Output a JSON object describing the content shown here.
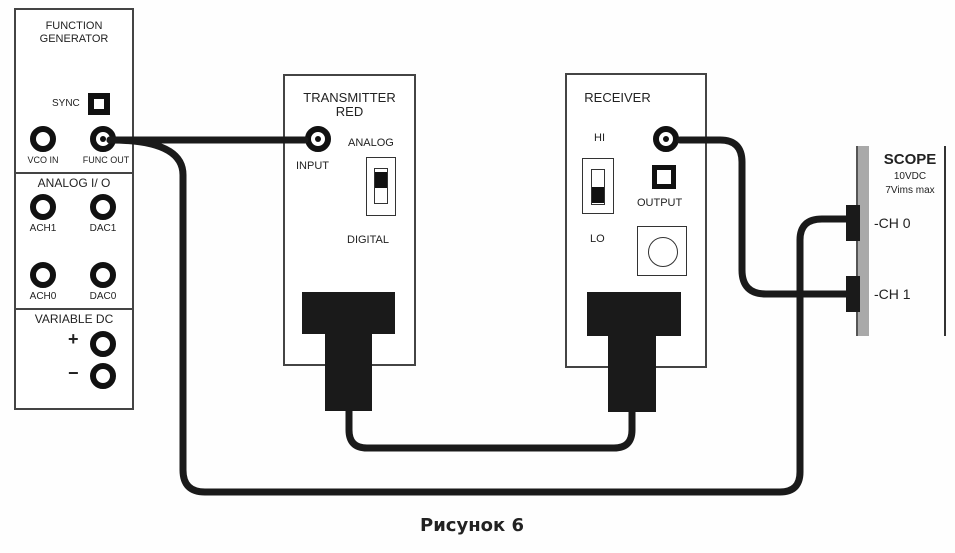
{
  "function_generator": {
    "title_line1": "FUNCTION",
    "title_line2": "GENERATOR",
    "sync_label": "SYNC",
    "vco_in_label": "VCO IN",
    "func_out_label": "FUNC OUT"
  },
  "analog_io": {
    "title": "ANALOG I/ O",
    "ach1_label": "ACH1",
    "dac1_label": "DAC1",
    "ach0_label": "ACH0",
    "dac0_label": "DAC0"
  },
  "variable_dc": {
    "title": "VARIABLE DC",
    "plus_label": "+",
    "minus_label": "−"
  },
  "transmitter": {
    "title_line1": "TRANSMITTER",
    "title_line2": "RED",
    "input_label": "INPUT",
    "analog_label": "ANALOG",
    "digital_label": "DIGITAL"
  },
  "receiver": {
    "title": "RECEIVER",
    "hi_label": "HI",
    "lo_label": "LO",
    "output_label": "OUTPUT"
  },
  "scope": {
    "title": "SCOPE",
    "spec_line1": "10VDC",
    "spec_line2": "7Vims max",
    "ch0_label": "-CH 0",
    "ch1_label": "-CH 1"
  },
  "caption": "Рисунок 6"
}
